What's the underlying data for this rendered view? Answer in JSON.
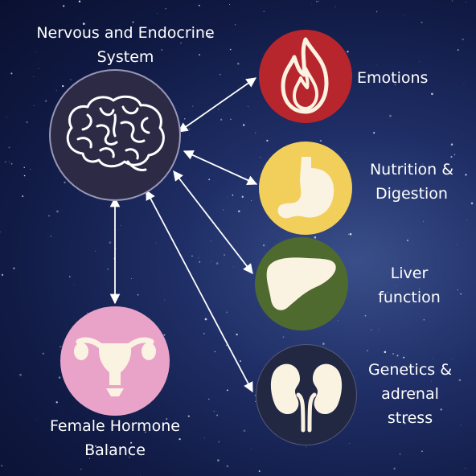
{
  "nodes": {
    "nervous": {
      "label_line1": "Nervous and Endocrine",
      "label_line2": "System",
      "icon": "brain-icon",
      "color": "#2c2a45"
    },
    "female": {
      "label_line1": "Female Hormone",
      "label_line2": "Balance",
      "icon": "uterus-icon",
      "color": "#e9a3c9"
    },
    "emotions": {
      "label_line1": "Emotions",
      "icon": "flame-icon",
      "color": "#b8262d"
    },
    "nutrition": {
      "label_line1": "Nutrition &",
      "label_line2": "Digestion",
      "icon": "stomach-icon",
      "color": "#f2cf5b"
    },
    "liver": {
      "label_line1": "Liver",
      "label_line2": "function",
      "icon": "liver-icon",
      "color": "#4f6a2e"
    },
    "genetics": {
      "label_line1": "Genetics &",
      "label_line2": "adrenal",
      "label_line3": "stress",
      "icon": "kidneys-icon",
      "color": "#232842"
    }
  },
  "colors": {
    "icon_fill": "#fbf3e1",
    "arrow": "#ffffff"
  }
}
